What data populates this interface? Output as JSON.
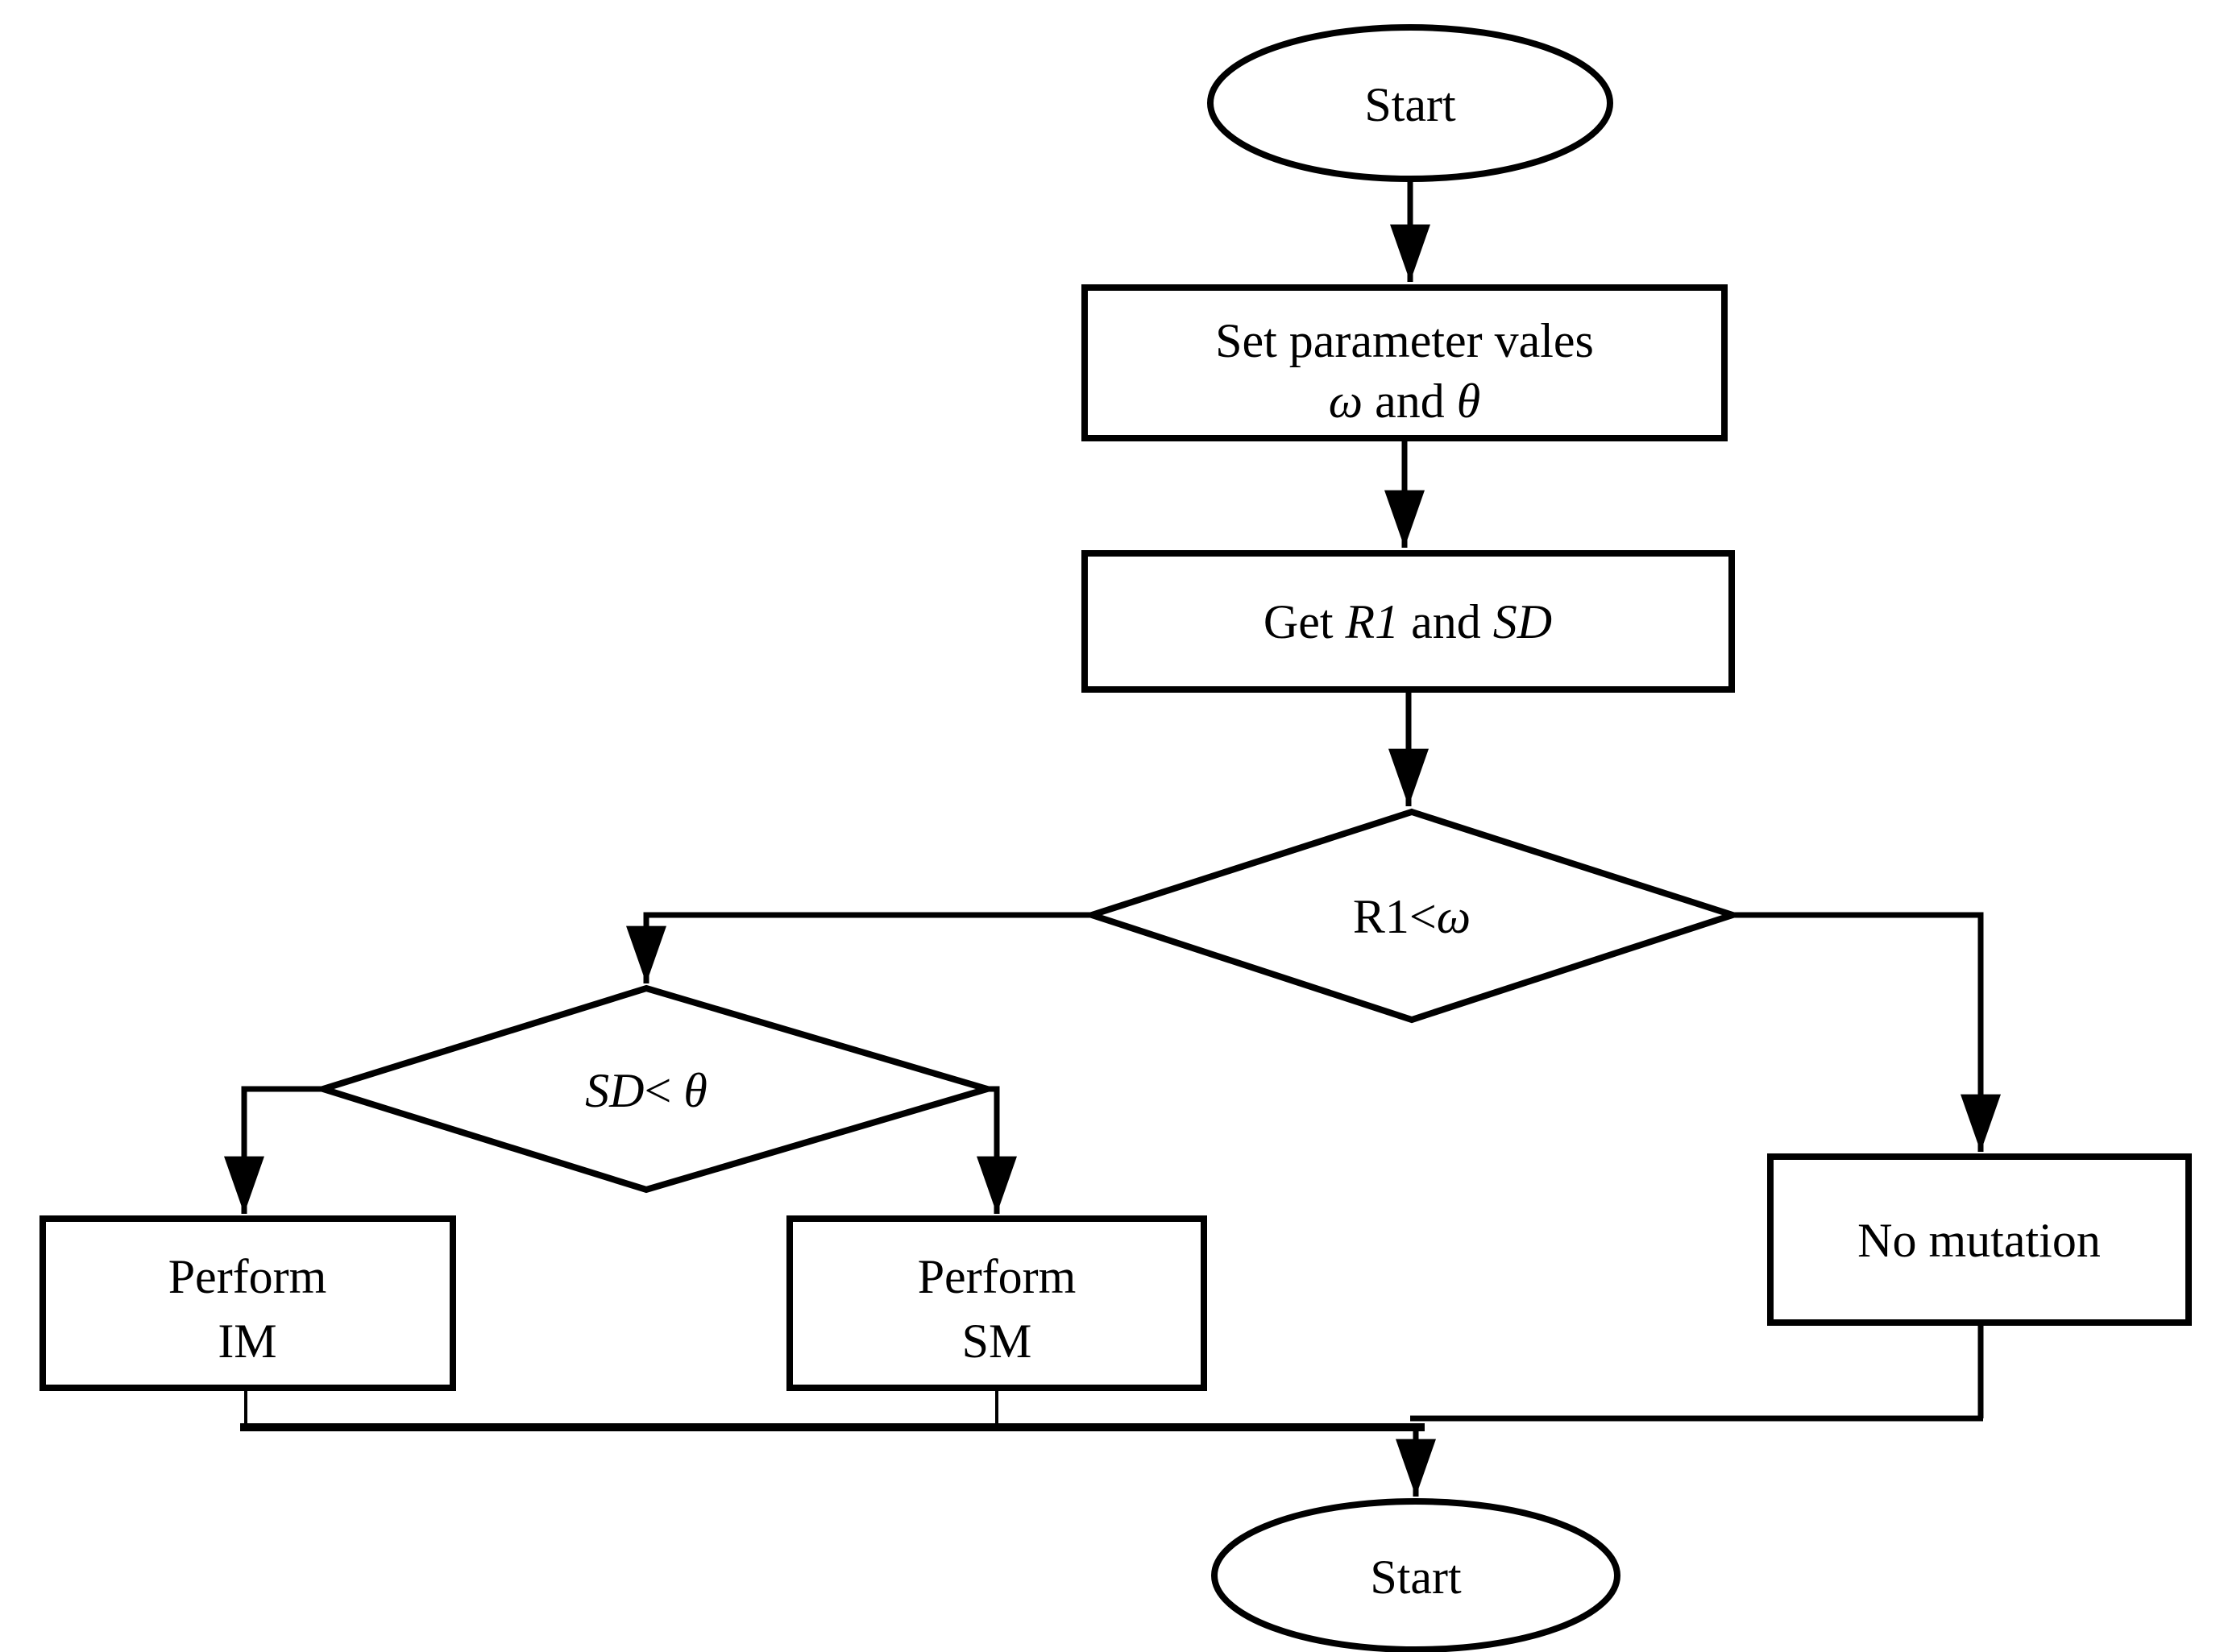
{
  "flowchart": {
    "colors": {
      "stroke": "#000000",
      "background": "#ffffff"
    },
    "terminators": {
      "top": {
        "label": "Start"
      },
      "bottom": {
        "label": "Start"
      }
    },
    "processes": {
      "set_params": {
        "line1": "Set parameter vales",
        "line2_omega": "ω",
        "line2_and": " and ",
        "line2_theta": "θ"
      },
      "get_values": {
        "pre": "Get ",
        "r1": "R1",
        "mid": " and ",
        "sd": "SD"
      },
      "perform_im": {
        "line1": "Perform",
        "line2": "IM"
      },
      "perform_sm": {
        "line1": "Perform",
        "line2": "SM"
      },
      "no_mutation": {
        "label": "No mutation"
      }
    },
    "decisions": {
      "d1": {
        "lhs": "R1<",
        "omega": "ω"
      },
      "d2": {
        "sd": "SD",
        "op": "< ",
        "theta": "θ"
      }
    }
  }
}
